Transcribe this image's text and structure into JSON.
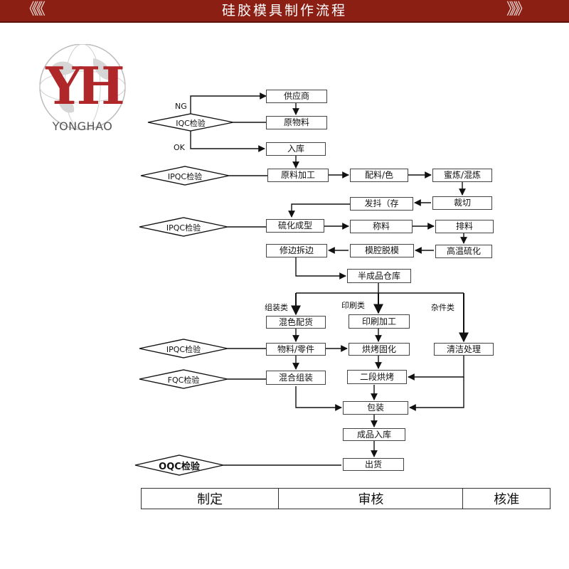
{
  "banner": {
    "title": "硅胶模具制作流程",
    "chevrons_left": "《《《",
    "chevrons_right": "》》》"
  },
  "logo": {
    "monogram": "YH",
    "text": "YONGHAO"
  },
  "checks": {
    "iqc": "IQC检验",
    "ipqc1": "IPQC检验",
    "ipqc2": "IPQC检验",
    "ipqc3": "IPQC检验",
    "fqc": "FQC检验",
    "oqc": "OQC检验"
  },
  "labels": {
    "ng": "NG",
    "ok": "OK",
    "cat1": "组装类",
    "cat2": "印刷类",
    "cat3": "杂件类"
  },
  "steps": {
    "supplier": "供应商",
    "raw_material": "原物料",
    "warehouse_in": "入库",
    "raw_process": "原料加工",
    "mixing_color": "配料/色",
    "milling": "蜜炼/混炼",
    "cutting": "裁切",
    "issue": "发抖（存",
    "vulcanize": "硫化成型",
    "weigh": "称料",
    "arrange": "排料",
    "hi_temp": "高温硫化",
    "trim": "修边拆边",
    "demold": "模腔脱模",
    "semi_store": "半成品仓库",
    "mix_match": "混色配货",
    "print_process": "印刷加工",
    "parts": "物料/零件",
    "bake_cure": "烘烤固化",
    "clean": "清洁处理",
    "assemble": "混合组装",
    "second_bake": "二段烘烤",
    "pack": "包装",
    "finished_in": "成品入库",
    "ship": "出货"
  },
  "signoff": {
    "made": "制定",
    "review": "审核",
    "approve": "核准"
  },
  "colors": {
    "banner": "#8b1f14",
    "logo_red": "#b0272a"
  }
}
